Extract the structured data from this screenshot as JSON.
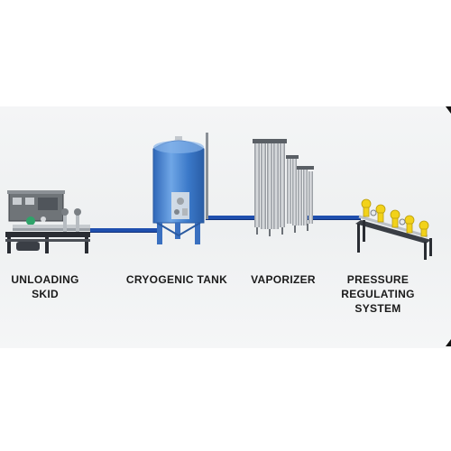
{
  "diagram": {
    "stages": [
      {
        "id": "skid",
        "label": "UNLOADING\nSKID"
      },
      {
        "id": "tank",
        "label": "CRYOGENIC TANK"
      },
      {
        "id": "vaporizer",
        "label": "VAPORIZER"
      },
      {
        "id": "regulator",
        "label": "PRESSURE\nREGULATING\nSYSTEM"
      }
    ],
    "colors": {
      "pipe": "#1f4fae",
      "tank": "#3f7fd0",
      "vaporizer": "#b8bcc2",
      "regulator_accent": "#f2d21a",
      "skid_frame": "#2a2d33"
    },
    "icons": [
      "unloading-skid-icon",
      "cryogenic-tank-icon",
      "vaporizer-icon",
      "pressure-regulating-system-icon"
    ]
  }
}
